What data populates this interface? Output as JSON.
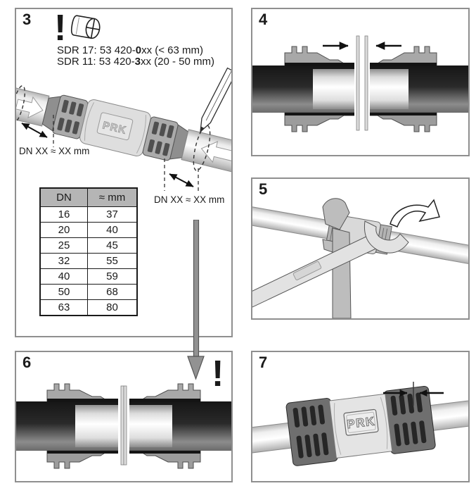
{
  "colors": {
    "panel_border": "#8f8f8f",
    "table_header_bg": "#b5b5b5",
    "arrow_gray": "#929292",
    "ink": "#1a1a1a"
  },
  "panels": {
    "step3": {
      "number": "3",
      "warning": "!",
      "sdr_lines": [
        {
          "pre": "SDR 17: 53 420-",
          "bold": "0",
          "post": "xx (< 63 mm)"
        },
        {
          "pre": "SDR 11: 53 420-",
          "bold": "3",
          "post": "xx (20 - 50 mm)"
        }
      ],
      "dn_label_left": "DN XX ≈ XX mm",
      "dn_label_right": "DN XX ≈ XX mm",
      "coupling_brand": "PRK",
      "table": {
        "headers": [
          "DN",
          "≈ mm"
        ],
        "rows": [
          [
            "16",
            "37"
          ],
          [
            "20",
            "40"
          ],
          [
            "25",
            "45"
          ],
          [
            "32",
            "55"
          ],
          [
            "40",
            "59"
          ],
          [
            "50",
            "68"
          ],
          [
            "63",
            "80"
          ]
        ]
      }
    },
    "step4": {
      "number": "4"
    },
    "step5": {
      "number": "5"
    },
    "step6": {
      "number": "6",
      "warning": "!"
    },
    "step7": {
      "number": "7",
      "coupling_brand": "PRK"
    }
  }
}
